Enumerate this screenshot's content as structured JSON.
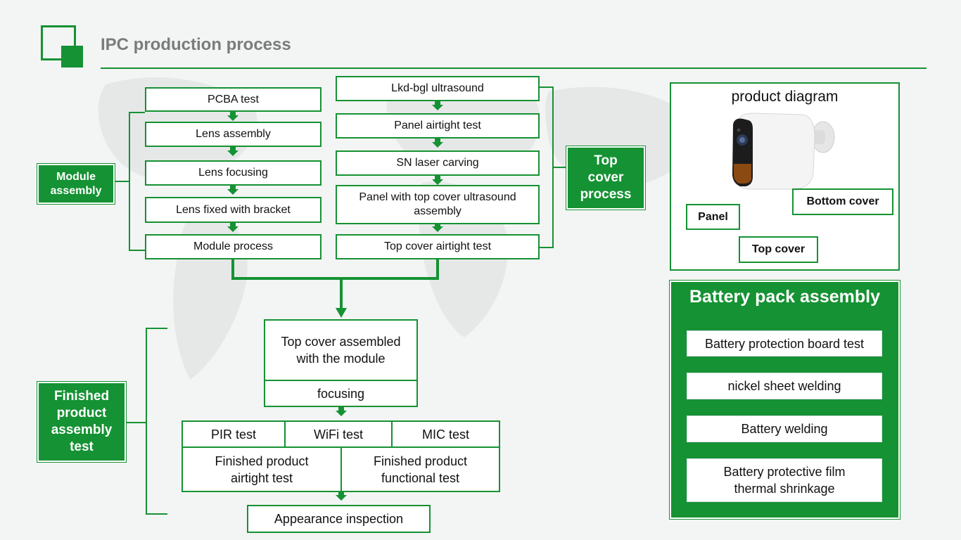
{
  "title": "IPC production process",
  "colors": {
    "accent": "#159233",
    "title_gray": "#7b7b7b"
  },
  "module_assembly": {
    "label": "Module assembly",
    "steps": [
      "PCBA test",
      "Lens assembly",
      "Lens focusing",
      "Lens fixed with bracket",
      "Module process"
    ]
  },
  "top_cover_process": {
    "label": "Top cover process",
    "steps": [
      "Lkd-bgl ultrasound",
      "Panel airtight test",
      "SN laser carving",
      "Panel with top cover ultrasound assembly",
      "Top cover airtight test"
    ]
  },
  "finished_product": {
    "label": "Finished product assembly test",
    "top_cover_module": "Top cover assembled with the module",
    "focusing": "focusing",
    "tests_row": [
      "PIR test",
      "WiFi test",
      "MIC test"
    ],
    "tests_row2": [
      "Finished product airtight test",
      "Finished product functional test"
    ],
    "appearance": "Appearance inspection"
  },
  "product_diagram": {
    "title": "product diagram",
    "labels": {
      "panel": "Panel",
      "bottom_cover": "Bottom cover",
      "top_cover": "Top cover"
    }
  },
  "battery": {
    "title": "Battery pack assembly",
    "steps": [
      "Battery protection board test",
      "nickel sheet welding",
      "Battery welding",
      "Battery protective film thermal shrinkage"
    ]
  }
}
